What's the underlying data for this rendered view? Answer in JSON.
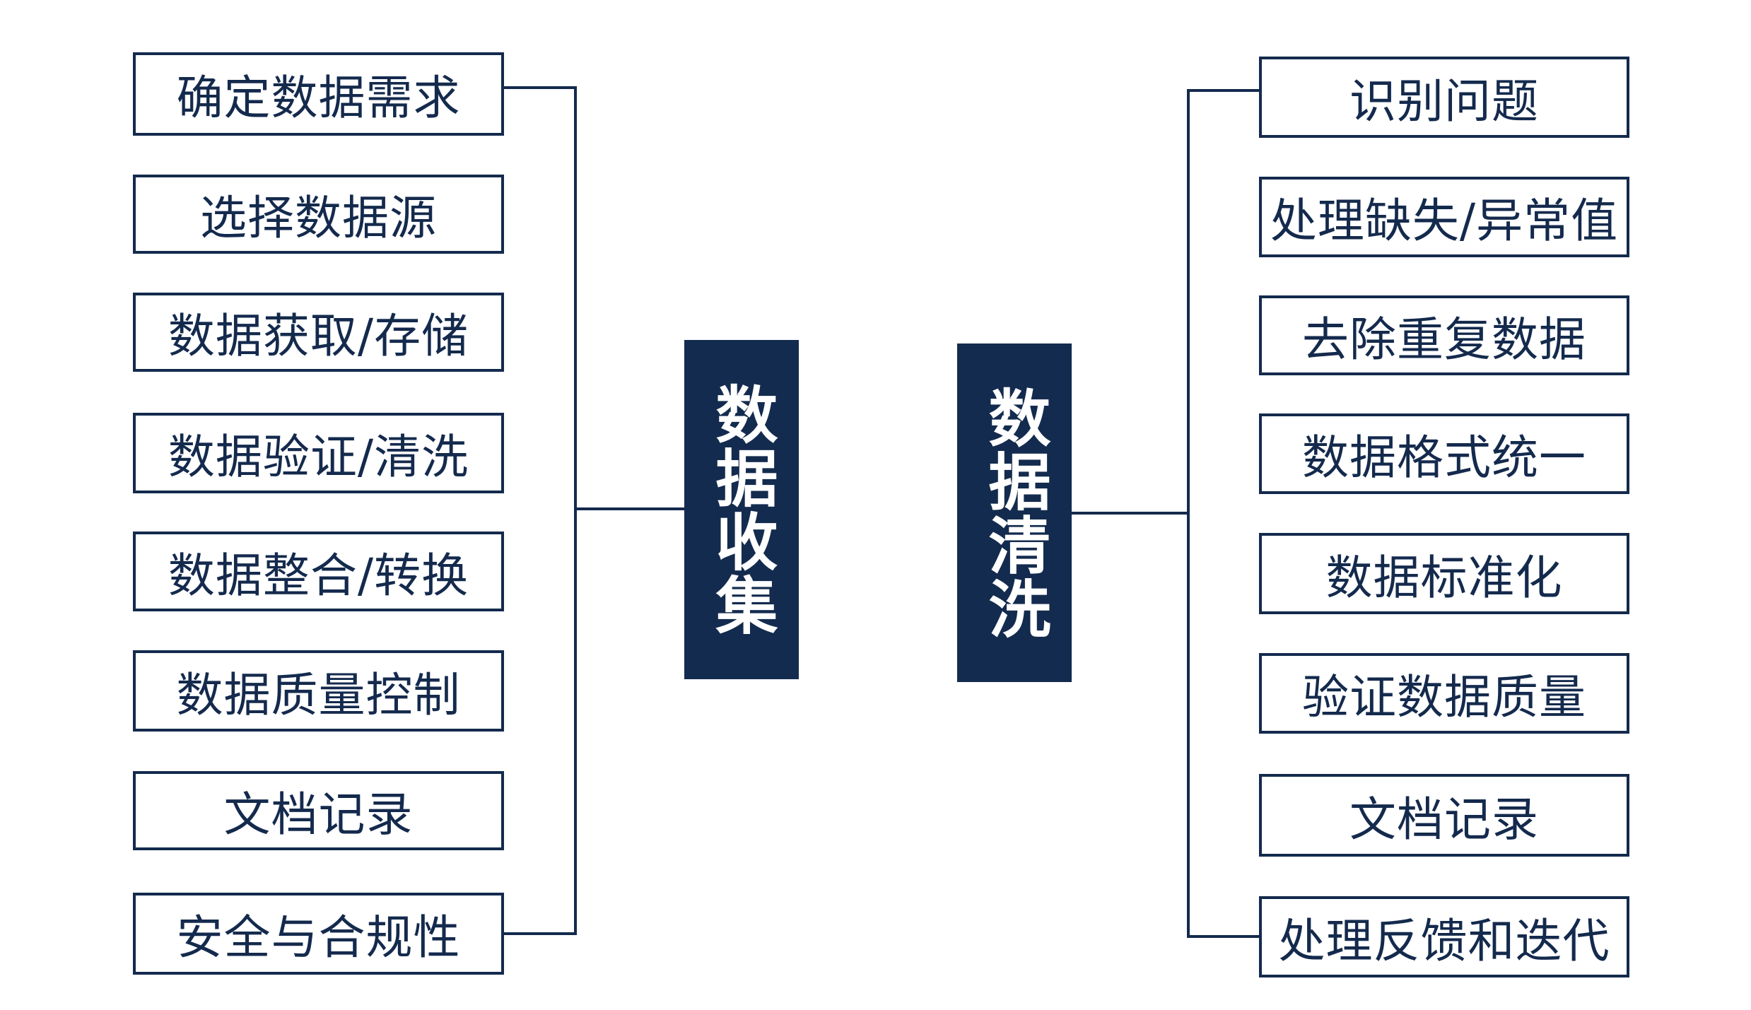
{
  "colors": {
    "navy": "#132b4e",
    "line": "#142a4d",
    "background": "#ffffff"
  },
  "collection": {
    "title": "数据收集",
    "items": [
      "确定数据需求",
      "选择数据源",
      "数据获取/存储",
      "数据验证/清洗",
      "数据整合/转换",
      "数据质量控制",
      "文档记录",
      "安全与合规性"
    ]
  },
  "cleaning": {
    "title": "数据清洗",
    "items": [
      "识别问题",
      "处理缺失/异常值",
      "去除重复数据",
      "数据格式统一",
      "数据标准化",
      "验证数据质量",
      "文档记录",
      "处理反馈和迭代"
    ]
  }
}
